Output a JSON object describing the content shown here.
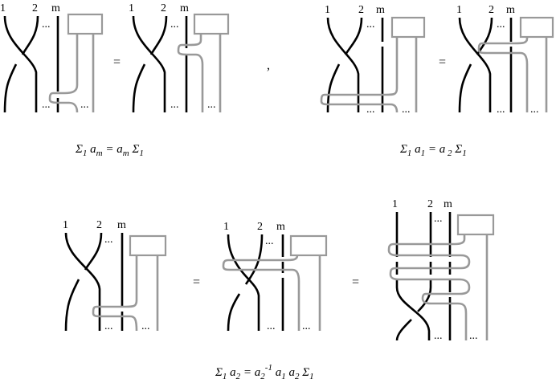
{
  "labels": {
    "strand_1": "1",
    "strand_2": "2",
    "strand_m": "m",
    "dots": "..."
  },
  "symbols": {
    "equals": "=",
    "comma": ","
  },
  "captions": {
    "first": {
      "text": "Σ1 am = am Σ1"
    },
    "second": {
      "text": "Σ1 a1 = a2 Σ1"
    },
    "third": {
      "text": "Σ1 a2 = a2-1 a1 a2 Σ1"
    }
  },
  "colors": {
    "strand": "#000000",
    "gray_strand": "#999999",
    "box": "#999999"
  }
}
